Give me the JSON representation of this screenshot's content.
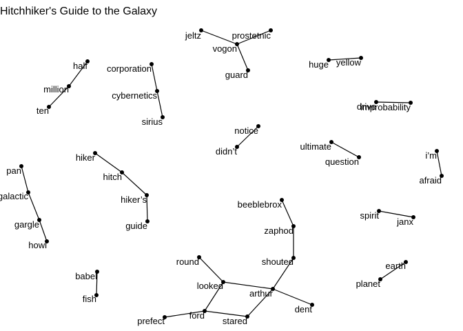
{
  "title": "Hitchhiker's Guide to the Galaxy",
  "nodes": [
    {
      "id": "jeltz",
      "label": "jeltz"
    },
    {
      "id": "prostetnic",
      "label": "prostetnic"
    },
    {
      "id": "vogon",
      "label": "vogon"
    },
    {
      "id": "guard",
      "label": "guard"
    },
    {
      "id": "half",
      "label": "half"
    },
    {
      "id": "million",
      "label": "million"
    },
    {
      "id": "ten",
      "label": "ten"
    },
    {
      "id": "corporation",
      "label": "corporation"
    },
    {
      "id": "cybernetics",
      "label": "cybernetics"
    },
    {
      "id": "sirius",
      "label": "sirius"
    },
    {
      "id": "huge",
      "label": "huge"
    },
    {
      "id": "yellow",
      "label": "yellow"
    },
    {
      "id": "drive",
      "label": "drive"
    },
    {
      "id": "improbability",
      "label": "improbability"
    },
    {
      "id": "notice",
      "label": "notice"
    },
    {
      "id": "didnt",
      "label": "didn’t"
    },
    {
      "id": "ultimate",
      "label": "ultimate"
    },
    {
      "id": "question",
      "label": "question"
    },
    {
      "id": "im",
      "label": "i’m"
    },
    {
      "id": "afraid",
      "label": "afraid"
    },
    {
      "id": "hiker",
      "label": "hiker"
    },
    {
      "id": "hitch",
      "label": "hitch"
    },
    {
      "id": "hikers",
      "label": "hiker’s"
    },
    {
      "id": "guide",
      "label": "guide"
    },
    {
      "id": "pan",
      "label": "pan"
    },
    {
      "id": "galactic",
      "label": "galactic"
    },
    {
      "id": "gargle",
      "label": "gargle"
    },
    {
      "id": "howl",
      "label": "howl"
    },
    {
      "id": "beeblebrox",
      "label": "beeblebrox"
    },
    {
      "id": "zaphod",
      "label": "zaphod"
    },
    {
      "id": "shouted",
      "label": "shouted"
    },
    {
      "id": "spirit",
      "label": "spirit"
    },
    {
      "id": "janx",
      "label": "janx"
    },
    {
      "id": "earth",
      "label": "earth"
    },
    {
      "id": "planet",
      "label": "planet"
    },
    {
      "id": "round",
      "label": "round"
    },
    {
      "id": "looked",
      "label": "looked"
    },
    {
      "id": "arthur",
      "label": "arthur"
    },
    {
      "id": "dent",
      "label": "dent"
    },
    {
      "id": "babel",
      "label": "babel"
    },
    {
      "id": "fish",
      "label": "fish"
    },
    {
      "id": "prefect",
      "label": "prefect"
    },
    {
      "id": "ford",
      "label": "ford"
    },
    {
      "id": "stared",
      "label": "stared"
    }
  ],
  "edges": [
    [
      "jeltz",
      "vogon"
    ],
    [
      "prostetnic",
      "vogon"
    ],
    [
      "vogon",
      "guard"
    ],
    [
      "half",
      "million"
    ],
    [
      "million",
      "ten"
    ],
    [
      "corporation",
      "cybernetics"
    ],
    [
      "cybernetics",
      "sirius"
    ],
    [
      "huge",
      "yellow"
    ],
    [
      "drive",
      "improbability"
    ],
    [
      "notice",
      "didnt"
    ],
    [
      "ultimate",
      "question"
    ],
    [
      "im",
      "afraid"
    ],
    [
      "hiker",
      "hitch"
    ],
    [
      "hitch",
      "hikers"
    ],
    [
      "hikers",
      "guide"
    ],
    [
      "pan",
      "galactic"
    ],
    [
      "galactic",
      "gargle"
    ],
    [
      "gargle",
      "howl"
    ],
    [
      "beeblebrox",
      "zaphod"
    ],
    [
      "zaphod",
      "shouted"
    ],
    [
      "shouted",
      "arthur"
    ],
    [
      "spirit",
      "janx"
    ],
    [
      "earth",
      "planet"
    ],
    [
      "round",
      "looked"
    ],
    [
      "looked",
      "arthur"
    ],
    [
      "looked",
      "ford"
    ],
    [
      "arthur",
      "dent"
    ],
    [
      "arthur",
      "stared"
    ],
    [
      "babel",
      "fish"
    ],
    [
      "prefect",
      "ford"
    ],
    [
      "ford",
      "stared"
    ]
  ]
}
